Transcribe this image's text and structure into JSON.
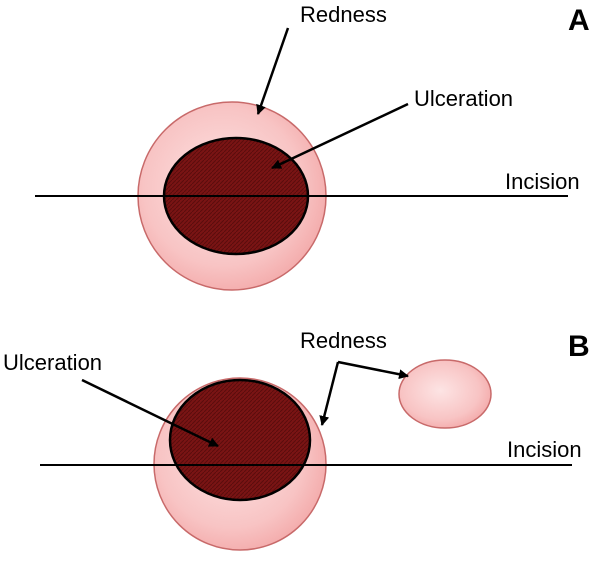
{
  "panels": [
    {
      "id": "A",
      "label": "A",
      "text": {
        "redness": "Redness",
        "ulceration": "Ulceration",
        "incision": "Incision"
      }
    },
    {
      "id": "B",
      "label": "B",
      "text": {
        "redness": "Redness",
        "ulceration": "Ulceration",
        "incision": "Incision"
      }
    }
  ],
  "colors": {
    "redness_fill": "#f7b8b8",
    "redness_edge": "#c05a5a",
    "ulceration_fill": "#7a1414",
    "ulceration_edge": "#000000",
    "line": "#000000"
  }
}
